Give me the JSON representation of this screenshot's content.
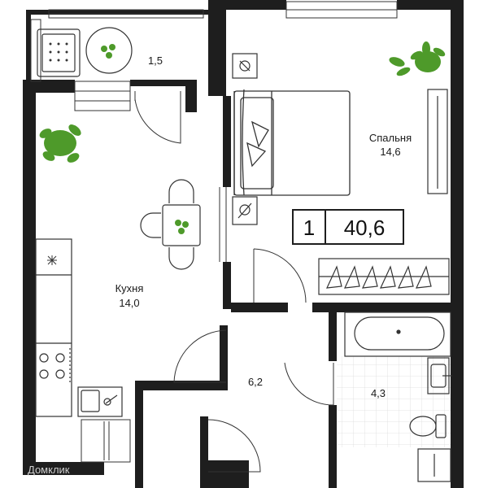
{
  "rooms": {
    "balcony": {
      "area": "1,5"
    },
    "bedroom": {
      "name": "Спальня",
      "area": "14,6"
    },
    "kitchen": {
      "name": "Кухня",
      "area": "14,0"
    },
    "hall": {
      "area": "6,2"
    },
    "bathroom": {
      "area": "4,3"
    }
  },
  "summary": {
    "rooms_count": "1",
    "total_area": "40,6"
  },
  "watermark": "Домклик",
  "colors": {
    "wall": "#1e1e1e",
    "plant": "#4e9a2a",
    "tile_grid": "#dcdcdc"
  }
}
